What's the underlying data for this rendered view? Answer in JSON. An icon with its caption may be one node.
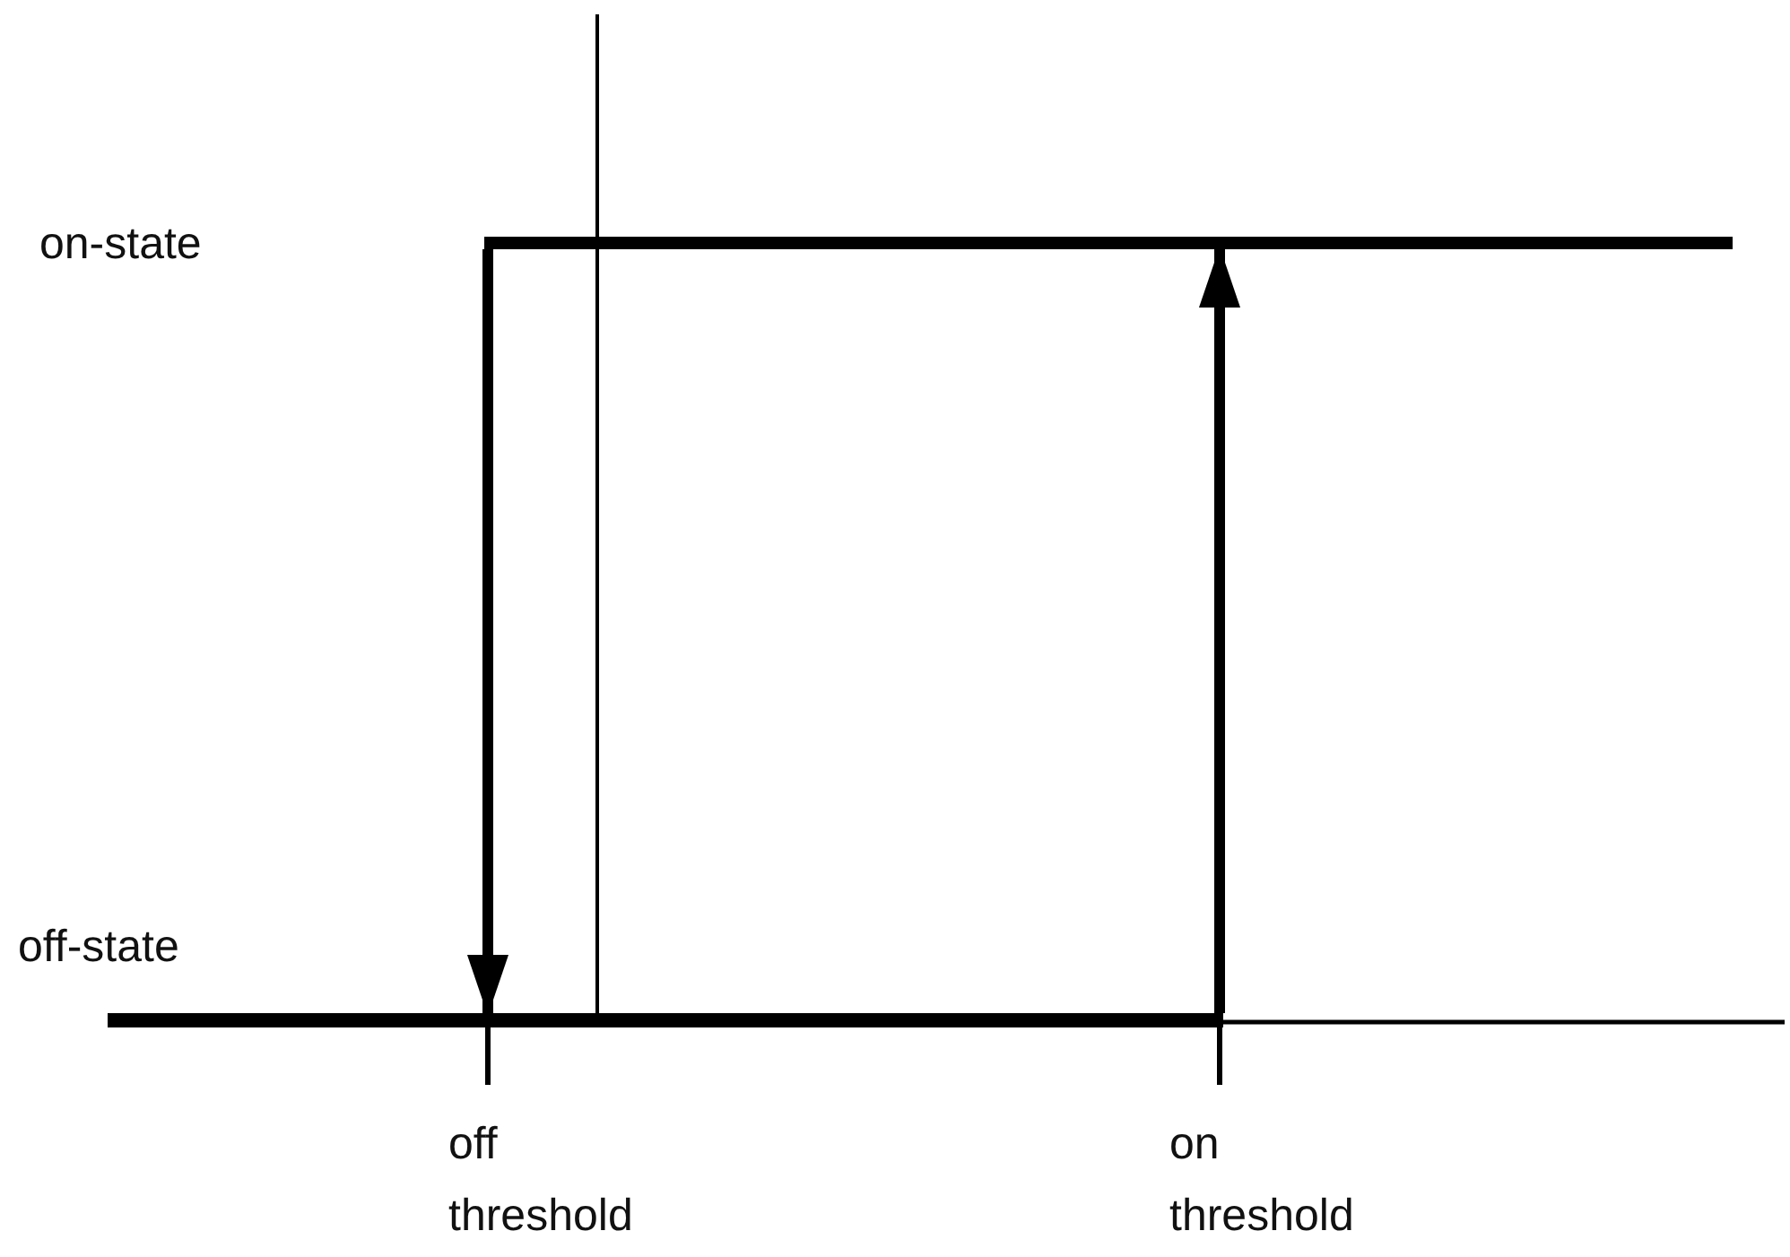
{
  "diagram": {
    "nodes": [
      {
        "text": [],
        "shape": "bar"
      },
      {
        "text": [],
        "shape": "bar"
      }
    ],
    "edges": [
      {
        "from": 0,
        "to": 1,
        "arrow": "to"
      },
      {
        "from": 1,
        "to": 0,
        "arrow": "to"
      }
    ],
    "labels": [
      "on-state",
      "off-state",
      "off threshold",
      "on threshold"
    ]
  }
}
